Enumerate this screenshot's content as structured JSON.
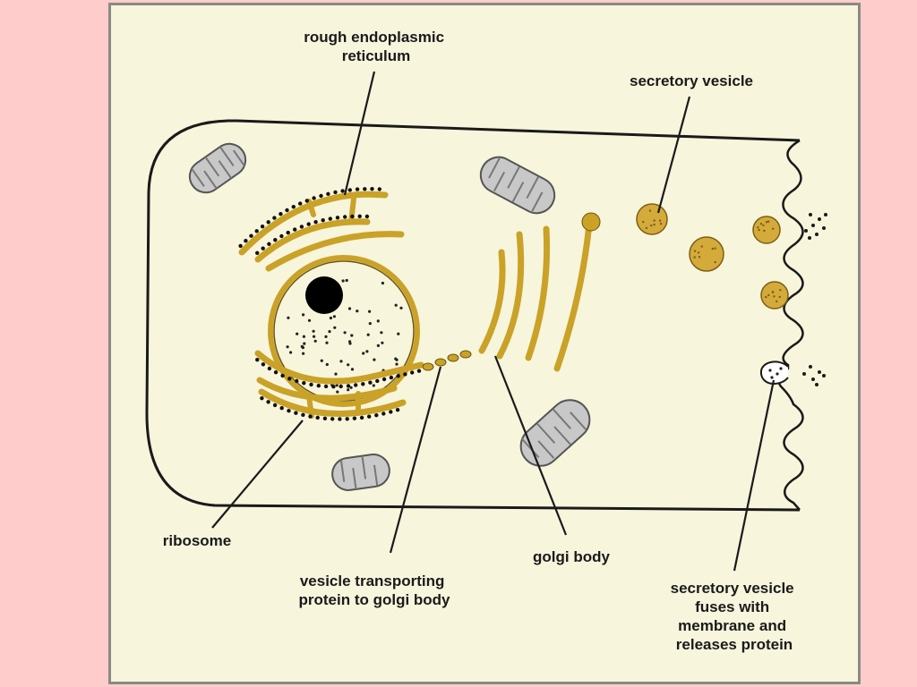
{
  "diagram": {
    "labels": {
      "rough_er_line1": "rough endoplasmic",
      "rough_er_line2": "reticulum",
      "secretory_vesicle": "secretory vesicle",
      "ribosome": "ribosome",
      "vesicle_transport_line1": "vesicle transporting",
      "vesicle_transport_line2": "protein to golgi body",
      "golgi_body": "golgi body",
      "fuses_line1": "secretory vesicle",
      "fuses_line2": "fuses with",
      "fuses_line3": "membrane and",
      "fuses_line4": "releases protein"
    }
  }
}
